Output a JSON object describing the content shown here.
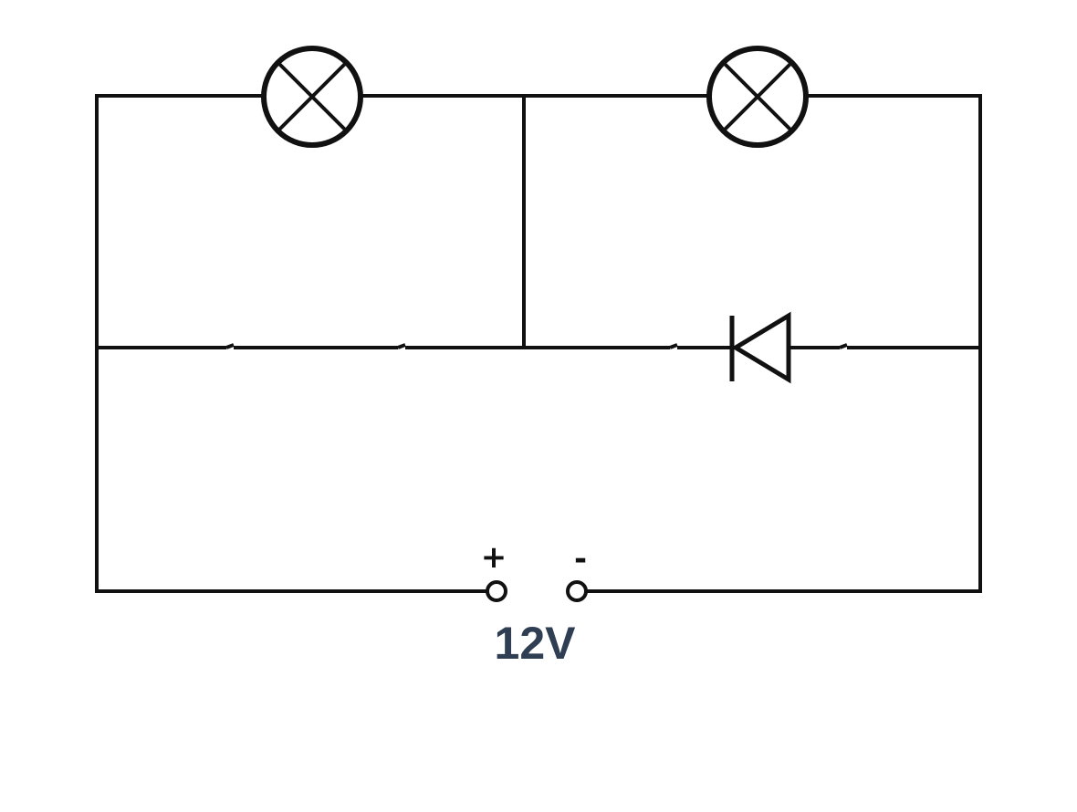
{
  "circuit": {
    "source": {
      "voltage_label": "12V",
      "positive_symbol": "+",
      "negative_symbol": "-"
    },
    "components": [
      {
        "type": "lamp",
        "id": "lamp-left"
      },
      {
        "type": "lamp",
        "id": "lamp-right"
      },
      {
        "type": "diode",
        "id": "diode",
        "direction": "points-left"
      },
      {
        "type": "switch",
        "id": "switch-left",
        "state": "closed"
      },
      {
        "type": "switch",
        "id": "switch-middle",
        "state": "closed"
      },
      {
        "type": "switch",
        "id": "switch-right-1",
        "state": "closed"
      },
      {
        "type": "switch",
        "id": "switch-right-2",
        "state": "closed"
      }
    ]
  },
  "colors": {
    "wire": "#111111",
    "label": "#2f3e52",
    "background": "#ffffff"
  }
}
